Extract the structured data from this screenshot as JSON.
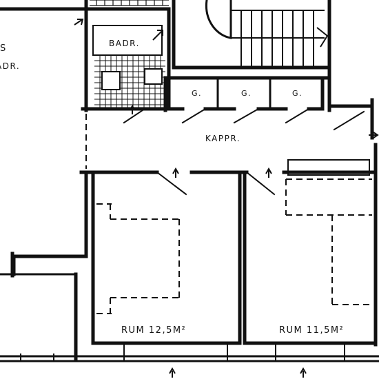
{
  "labels": {
    "bathroom": "BADR.",
    "bathroom_left_partial": "ADR.",
    "left_edge_fragment": "S",
    "storage_1": "G.",
    "storage_2": "G.",
    "storage_3": "G.",
    "corridor": "KAPPR.",
    "room_left": "RUM  12,5M²",
    "room_right": "RUM 11,5M²"
  },
  "colors": {
    "ink": "#111111",
    "paper": "#ffffff"
  },
  "icons": [
    "entry-arrow-icon",
    "stair-direction-arrow-icon"
  ]
}
